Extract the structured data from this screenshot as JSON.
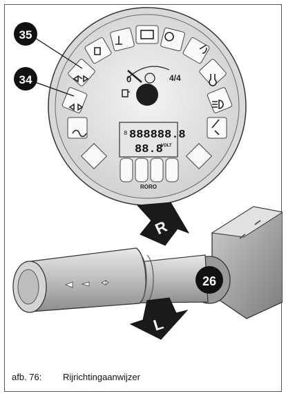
{
  "figure": {
    "callouts": [
      "35",
      "34",
      "26"
    ],
    "arrow_labels": {
      "right": "R",
      "left": "L"
    },
    "gauge": {
      "odometer": "888888.8",
      "odometer_flag": "8",
      "voltmeter": "88.8",
      "volt_unit": "VOLT",
      "brand": "RORO",
      "fuel_scale": {
        "empty": "0",
        "full": "4/4"
      }
    }
  },
  "caption": {
    "number": "afb. 76:",
    "title": "Rijrichtingaanwijzer"
  }
}
